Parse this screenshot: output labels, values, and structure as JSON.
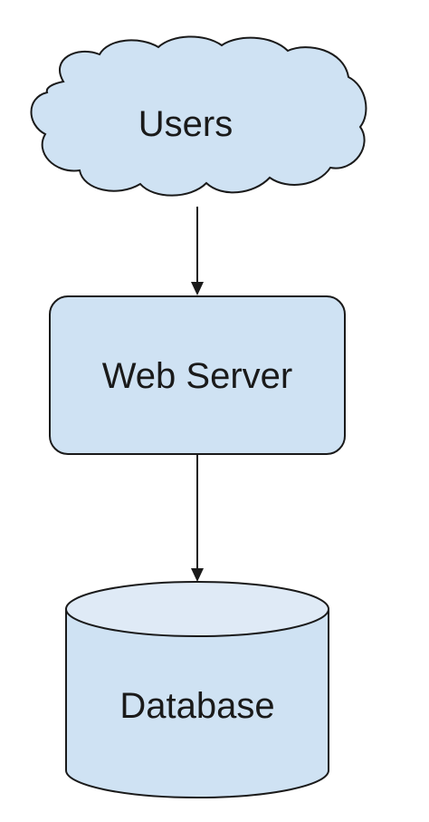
{
  "nodes": {
    "users": {
      "label": "Users",
      "shape": "cloud"
    },
    "web_server": {
      "label": "Web Server",
      "shape": "rounded-rectangle"
    },
    "database": {
      "label": "Database",
      "shape": "cylinder"
    }
  },
  "edges": [
    {
      "from": "Users",
      "to": "Web Server",
      "directed": true
    },
    {
      "from": "Web Server",
      "to": "Database",
      "directed": true
    }
  ],
  "colors": {
    "node_fill": "#cfe2f3",
    "cylinder_top_fill": "#dfeaf6",
    "stroke": "#1a1a1a",
    "background": "#ffffff"
  }
}
